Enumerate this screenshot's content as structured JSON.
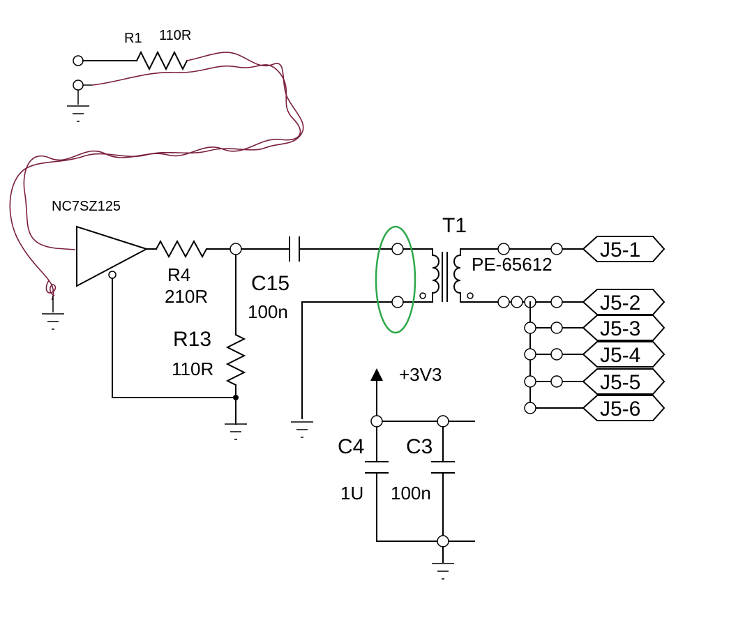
{
  "labels": {
    "r1_name": "R1",
    "r1_value": "110R",
    "buffer_name": "NC7SZ125",
    "r4_name": "R4",
    "r4_value": "210R",
    "r13_name": "R13",
    "r13_value": "110R",
    "c15_name": "C15",
    "c15_value": "100n",
    "t1_name": "T1",
    "t1_part": "PE-65612",
    "supply": "+3V3",
    "c4_name": "C4",
    "c4_value": "1U",
    "c3_name": "C3",
    "c3_value": "100n"
  },
  "connectors": [
    "J5-1",
    "J5-2",
    "J5-3",
    "J5-4",
    "J5-5",
    "J5-6"
  ],
  "colors": {
    "wire": "#000000",
    "twisted_pair": "#7a1f3d",
    "highlight_ellipse": "#2ea84a"
  }
}
